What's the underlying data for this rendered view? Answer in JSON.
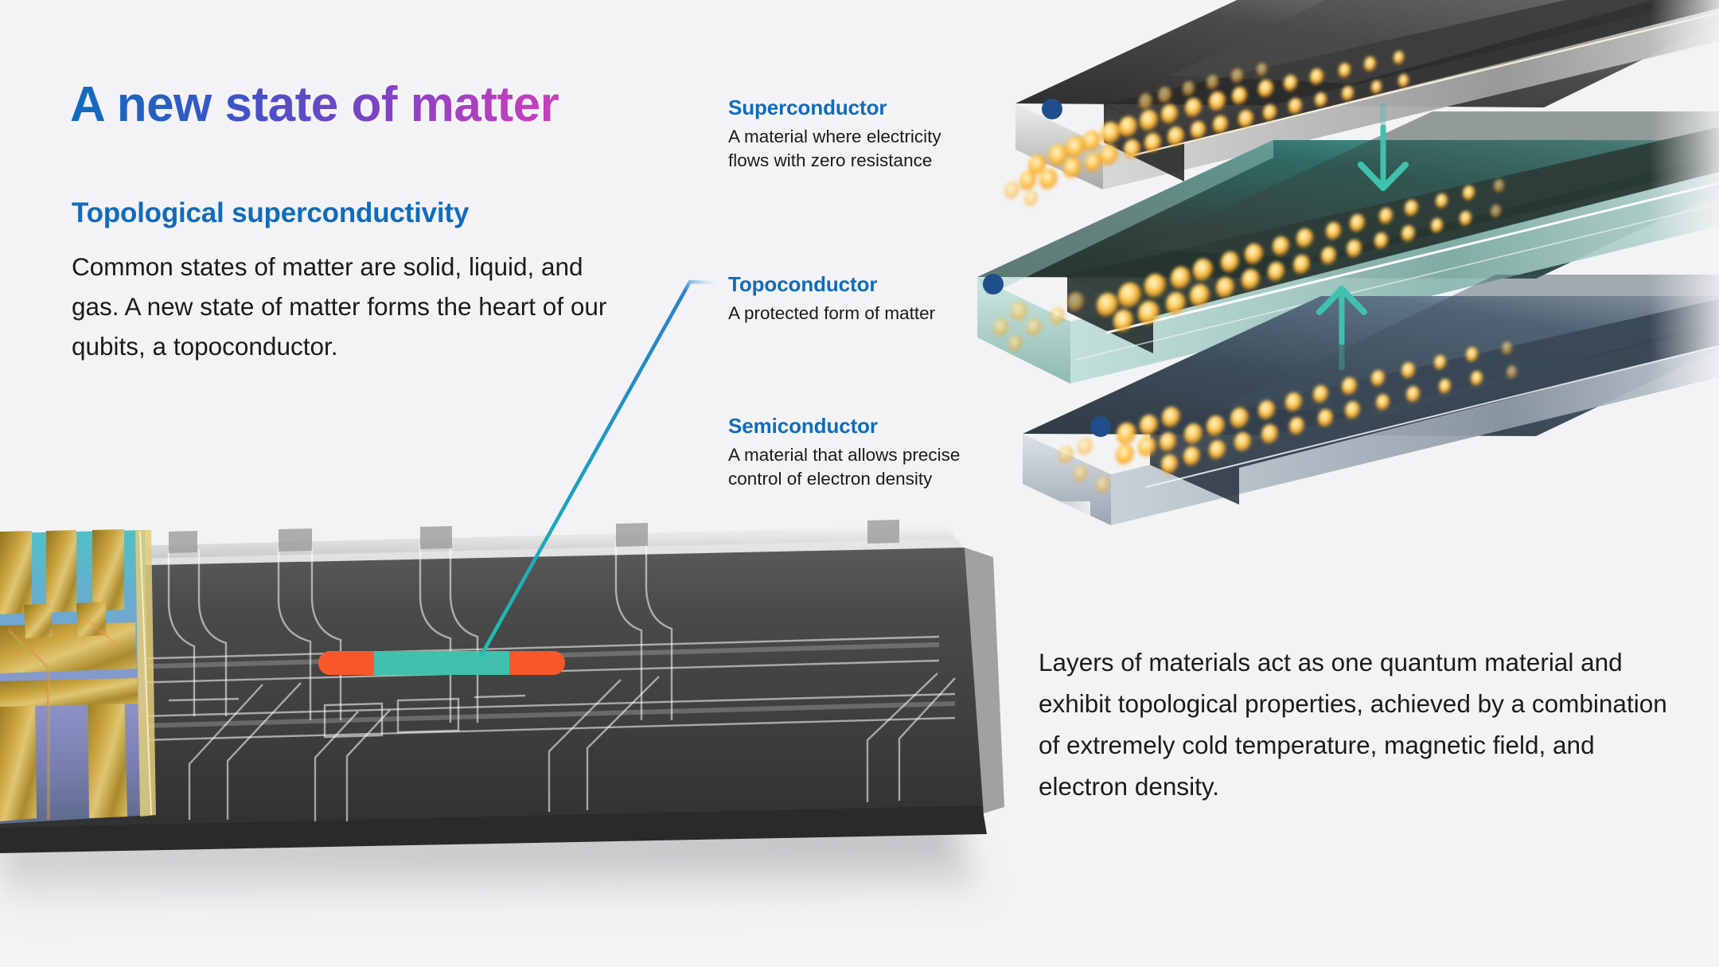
{
  "page": {
    "background_color": "#f3f3f5",
    "headline": "A new state of matter",
    "headline_gradient_start": "#0f6cbd",
    "headline_gradient_end": "#c83fbd",
    "accent_blue": "#0f6cbd",
    "accent_teal": "#3fc1ad",
    "accent_orange": "#f8572a",
    "dot_color": "#1f4e8c"
  },
  "left_column": {
    "subhead": "Topological superconductivity",
    "body": "Common states of matter are solid, liquid, and gas. A new state of matter forms the heart of our qubits, a topoconductor."
  },
  "right_column": {
    "body": "Layers of materials act as one quantum material and exhibit topological properties, achieved by a combination of extremely cold temperature, magnetic field, and electron density."
  },
  "callouts": [
    {
      "id": "superconductor",
      "title": "Superconductor",
      "description": "A material where electricity\nflows with zero resistance",
      "leader_color": "#1565c0",
      "dot_color": "#1f4e8c"
    },
    {
      "id": "topoconductor",
      "title": "Topoconductor",
      "description": "A protected form of matter",
      "leader_color": "#1565c0",
      "dot_color": "#1f4e8c"
    },
    {
      "id": "semiconductor",
      "title": "Semiconductor",
      "description": "A material that allows precise\ncontrol of electron density",
      "leader_color": "#1565c0",
      "dot_color": "#1f4e8c"
    }
  ],
  "diagram": {
    "layers": [
      {
        "name": "superconductor-slab",
        "top_color": "#3a3a3a",
        "face_color": "#c9c9c9",
        "description": "dark grey metallic slab with glowing electron dots"
      },
      {
        "name": "topoconductor-slab",
        "top_color": "#2f3c3c",
        "face_color": "#a8cfc9",
        "description": "teal translucent slab with glowing electron dots"
      },
      {
        "name": "semiconductor-slab",
        "top_color": "#3c4a58",
        "face_color": "#b5bfc9",
        "description": "blue-grey slab with glowing electron dots"
      }
    ],
    "arrows": [
      {
        "name": "arrow-down",
        "direction": "down",
        "color": "#3fc1ad"
      },
      {
        "name": "arrow-up",
        "direction": "up",
        "color": "#3fc1ad"
      }
    ],
    "electron_color": "#ffc24a"
  },
  "chip": {
    "name": "qubit-chip-render",
    "body_color": "#3b3b3b",
    "contact_color": "#b08d2a",
    "nanowire": {
      "name": "topoconductor-nanowire",
      "core_color": "#3fc1ad",
      "cap_color": "#f8572a"
    }
  }
}
